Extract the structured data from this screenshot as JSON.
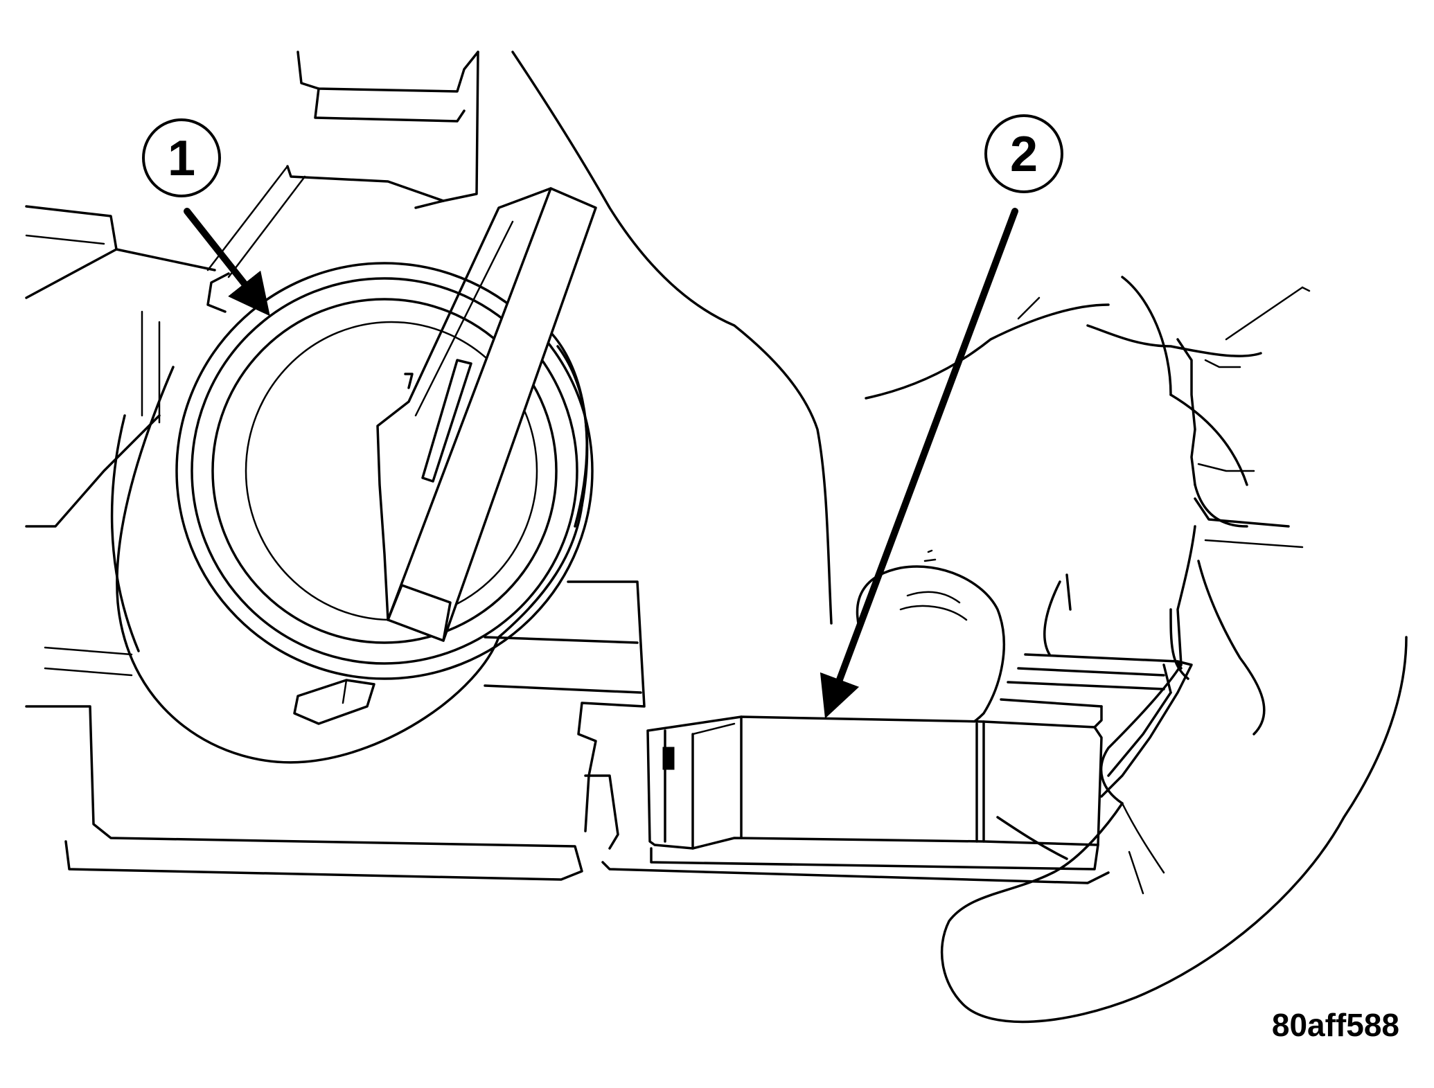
{
  "callouts": [
    {
      "number": "1"
    },
    {
      "number": "2"
    }
  ],
  "figure_id": "80aff588"
}
